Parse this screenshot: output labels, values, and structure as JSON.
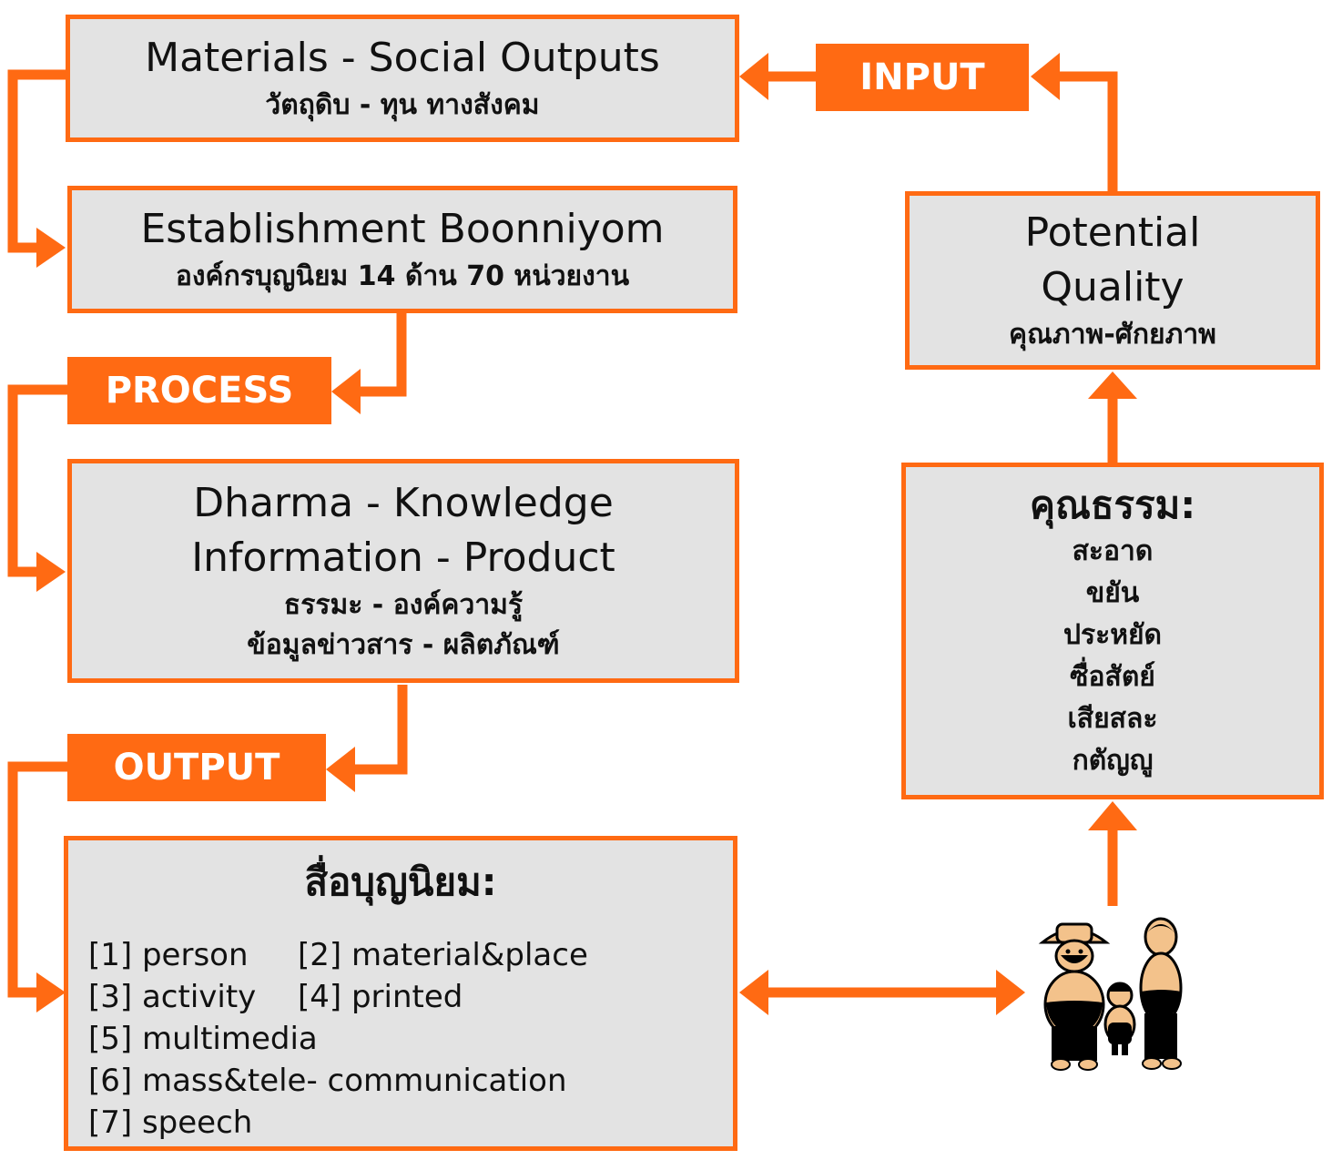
{
  "labels": {
    "input": "INPUT",
    "process": "PROCESS",
    "output": "OUTPUT"
  },
  "materials": {
    "title": "Materials - Social Outputs",
    "subtitle": "วัตถุดิบ - ทุน ทางสังคม"
  },
  "establishment": {
    "title": "Establishment Boonniyom",
    "subtitle": "องค์กรบุญนิยม 14 ด้าน 70 หน่วยงาน"
  },
  "dharma": {
    "title_line1": "Dharma - Knowledge",
    "title_line2": "Information - Product",
    "subtitle_line1": "ธรรมะ - องค์ความรู้",
    "subtitle_line2": "ข้อมูลข่าวสาร - ผลิตภัณฑ์"
  },
  "media": {
    "title": "สื่อบุญนิยม:",
    "items": [
      "[1] person",
      "[2] material&place",
      "[3] activity",
      "[4] printed",
      "[5] multimedia",
      "[6] mass&tele- communication",
      "[7] speech"
    ]
  },
  "potential": {
    "title_line1": "Potential",
    "title_line2": "Quality",
    "subtitle": "คุณภาพ-ศักยภาพ"
  },
  "virtues": {
    "title": "คุณธรรม:",
    "items": [
      "สะอาด",
      "ขยัน",
      "ประหยัด",
      "ซื่อสัตย์",
      "เสียสละ",
      "กตัญญู"
    ]
  },
  "icons": {
    "people": "family-people-icon"
  },
  "colors": {
    "accent": "#ff6a13",
    "box_fill": "#e3e3e3"
  }
}
